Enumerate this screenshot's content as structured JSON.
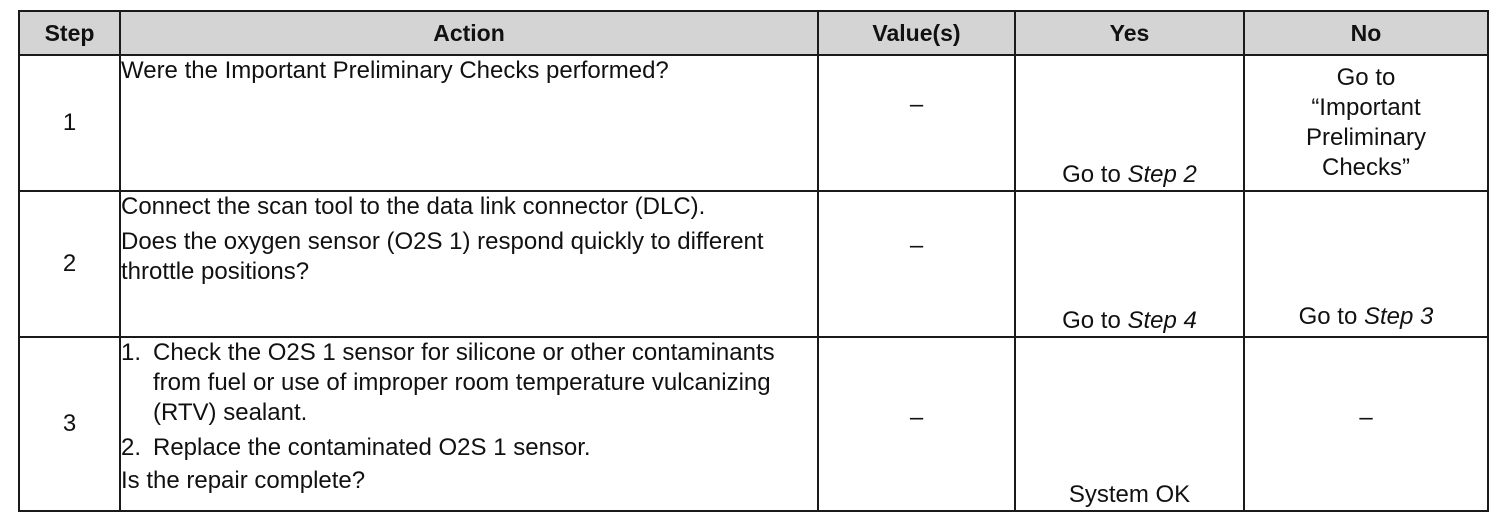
{
  "headers": {
    "step": "Step",
    "action": "Action",
    "values": "Value(s)",
    "yes": "Yes",
    "no": "No"
  },
  "rows": [
    {
      "step": "1",
      "action": [
        "Were the Important Preliminary Checks performed?"
      ],
      "value": "–",
      "yes_prefix": "Go to ",
      "yes_ref": "Step 2",
      "no_lines": [
        "Go to",
        "“Important",
        "Preliminary",
        "Checks”"
      ]
    },
    {
      "step": "2",
      "action": [
        "Connect the scan tool to the data link connector (DLC).",
        "Does the oxygen sensor (O2S 1) respond quickly to different throttle positions?"
      ],
      "value": "–",
      "yes_prefix": "Go to ",
      "yes_ref": "Step 4",
      "no_prefix": "Go to ",
      "no_ref": "Step 3"
    },
    {
      "step": "3",
      "action_list": [
        {
          "num": "1.",
          "text": "Check the O2S 1 sensor for silicone or other contaminants from fuel or use of improper room temperature vulcanizing (RTV) sealant."
        },
        {
          "num": "2.",
          "text": "Replace the contaminated O2S 1 sensor."
        }
      ],
      "action_question": "Is the repair complete?",
      "value": "–",
      "yes": "System OK",
      "no": "–"
    }
  ]
}
